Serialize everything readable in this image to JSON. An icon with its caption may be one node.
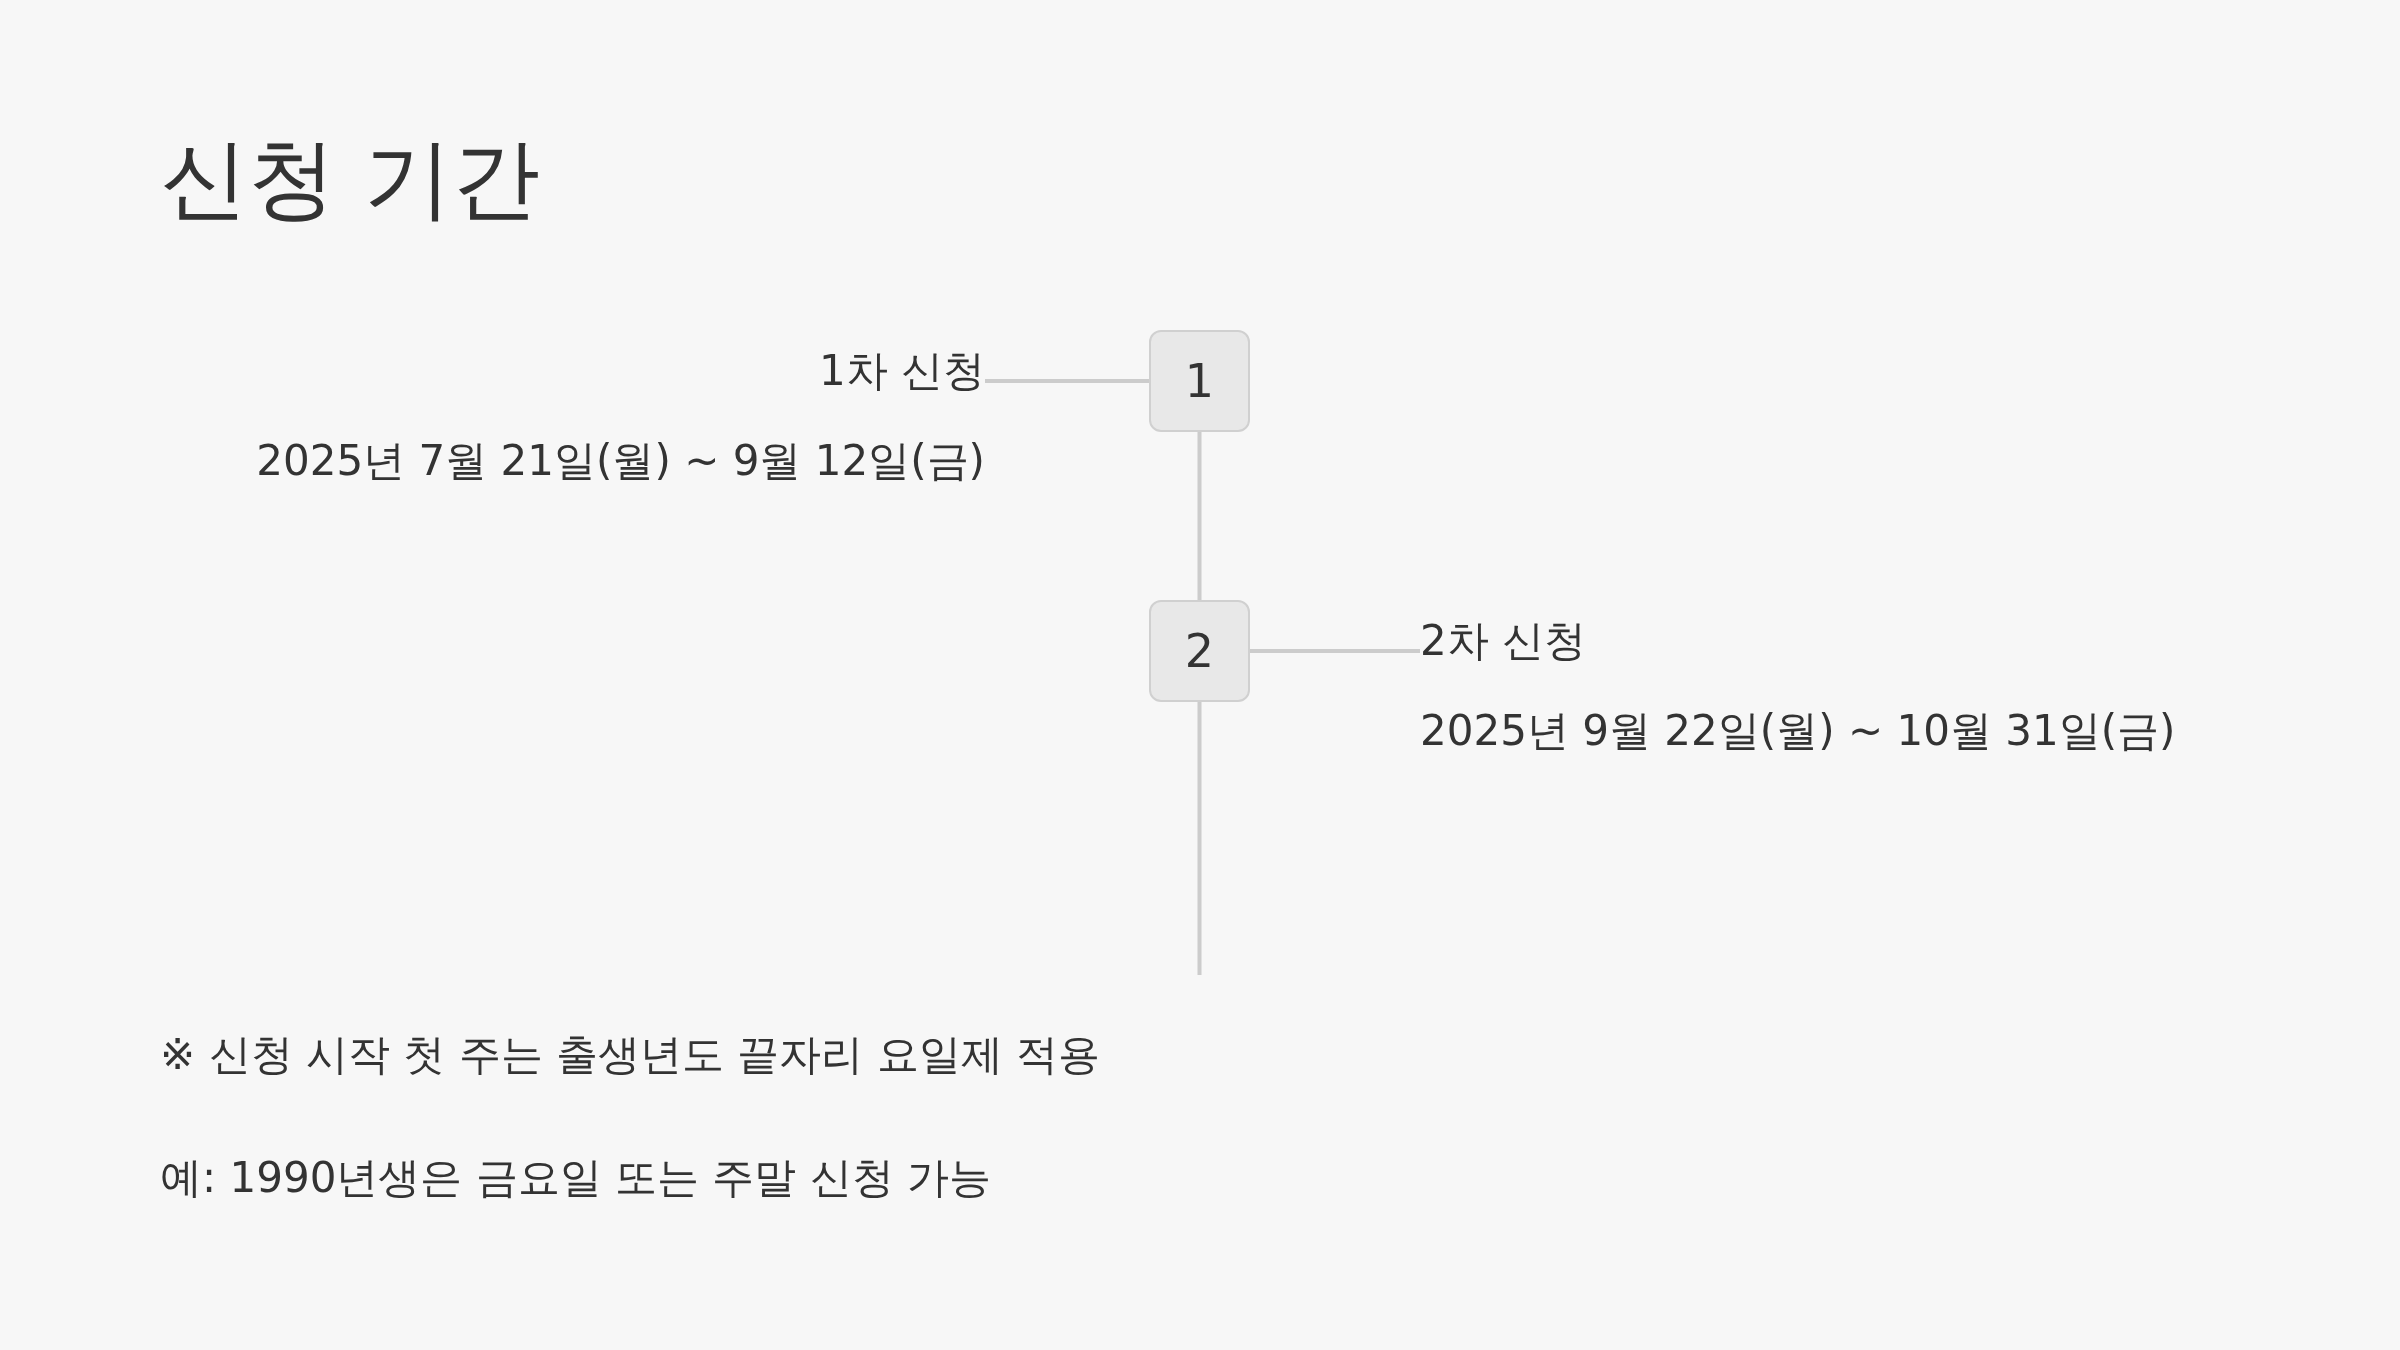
{
  "diagram": {
    "title": "신청 기간",
    "nodes": [
      {
        "text": [
          "1"
        ]
      },
      {
        "text": [
          "1차 신청"
        ],
        "beside": [
          "2025년 7월 21일(월) ~ 9월 12일(금)"
        ]
      },
      {
        "text": [
          "2"
        ]
      },
      {
        "text": [
          "2차 신청"
        ],
        "beside": [
          "2025년 9월 22일(월) ~ 10월 31일(금)"
        ]
      }
    ],
    "edges": [
      {
        "from": 1,
        "to": 0,
        "arrow": "none"
      },
      {
        "from": 0,
        "to": 2,
        "arrow": "none"
      },
      {
        "from": 2,
        "to": 3,
        "arrow": "none"
      },
      {
        "from": 2,
        "to": null,
        "arrow": "none"
      }
    ],
    "labels": [
      "※ 신청 시작 첫 주는 출생년도 끝자리 요일제 적용",
      "예: 1990년생은 금요일 또는 주말 신청 가능"
    ]
  }
}
